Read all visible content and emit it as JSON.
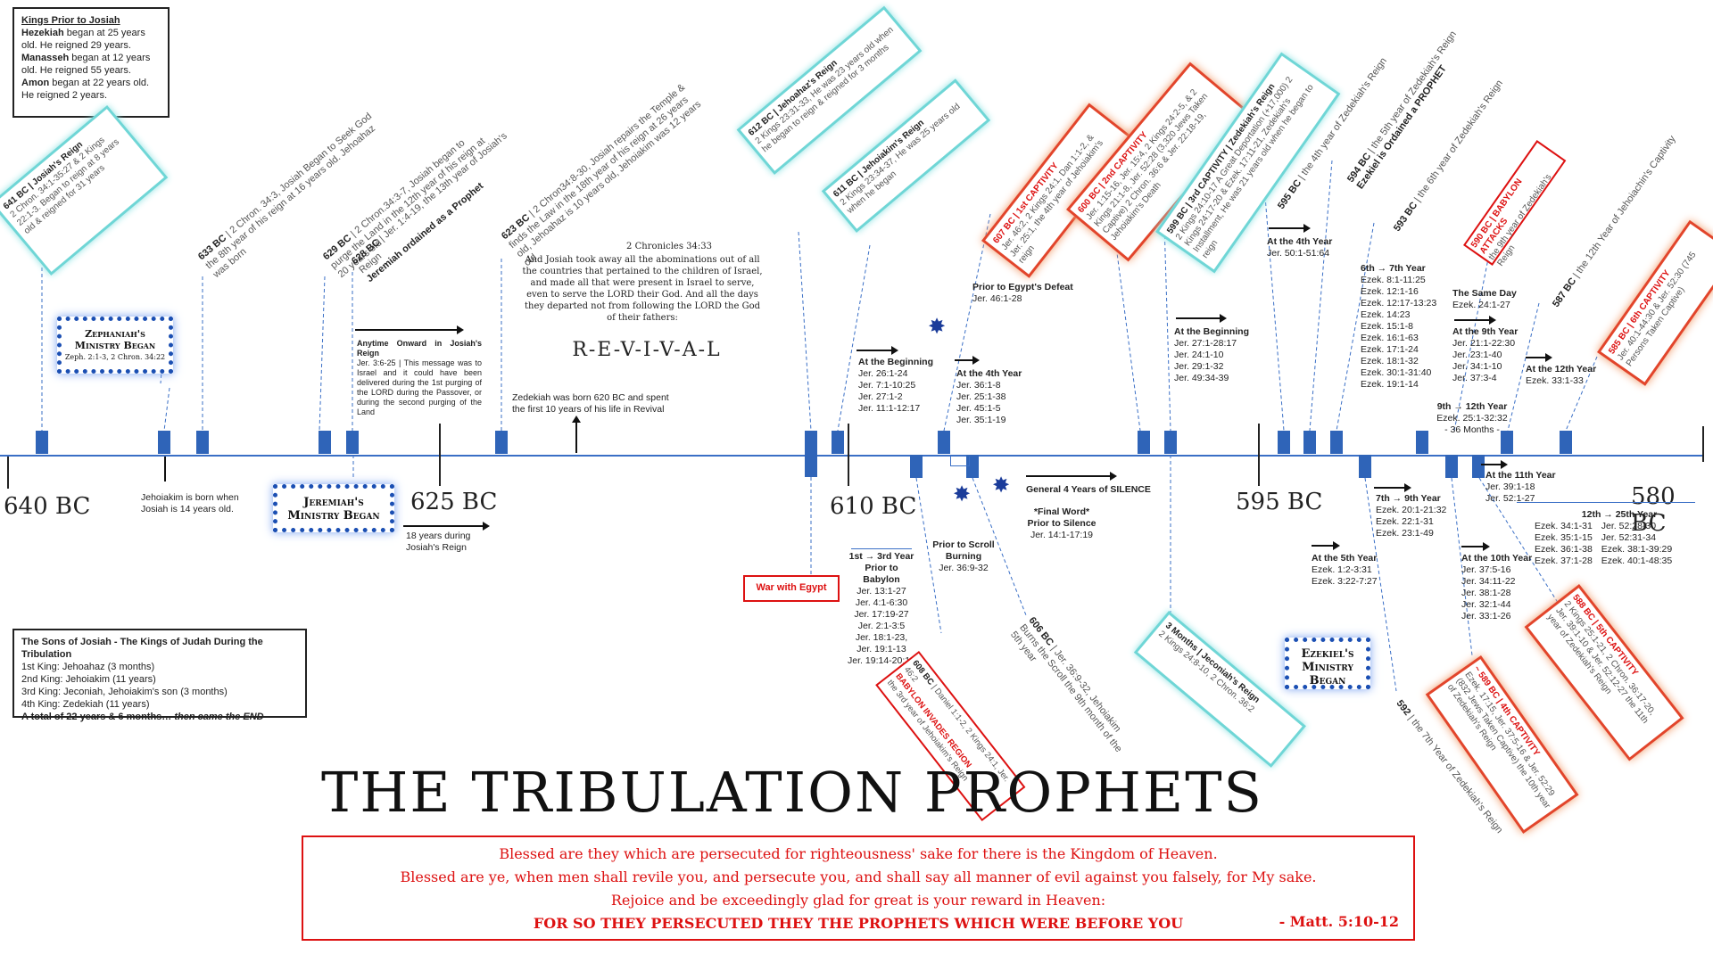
{
  "kings_prior": {
    "heading": "Kings Prior to Josiah",
    "lines": [
      {
        "name": "Hezekiah",
        "text": " began at 25 years old. He reigned 29 years."
      },
      {
        "name": "Manasseh",
        "text": " began at 12 years old. He reigned 55 years."
      },
      {
        "name": "Amon",
        "text": " began at 22 years old. He reigned 2 years."
      }
    ]
  },
  "sons": {
    "heading": "The Sons of Josiah - The Kings of Judah During the Tribulation",
    "lines": [
      "1st King: Jehoahaz (3 months)",
      "2nd King: Jehoiakim (11 years)",
      "3rd King: Jeconiah, Jehoiakim's son (3 months)",
      "4th King: Zedekiah (11 years)"
    ],
    "total": "A total of 22 years & 6 months… ",
    "total_em": "then came the END"
  },
  "years": [
    "640 BC",
    "625 BC",
    "610 BC",
    "595 BC",
    "580 BC"
  ],
  "ministries": {
    "zephaniah": "Zephaniah's Ministry Began",
    "zephaniah_ref": "Zeph. 2:1-3, 2 Chron. 34:22",
    "jeremiah": "Jeremiah's Ministry Began",
    "ezekiel": "Ezekiel's Ministry Began"
  },
  "josiah_reign": {
    "label": "641 BC | Josiah's Reign",
    "text": "2 Chron. 34:1-35:27 & 2 Kings 22:1-3. Began to reign at 8 years old & reigned for 31 years"
  },
  "rotated": {
    "r633": {
      "bold": "633 BC",
      "text": " | 2 Chron. 34:3, Josiah Began to Seek God the 8th year of his reign at 16 years old. Jehoahaz was born"
    },
    "r629": {
      "bold": "629 BC",
      "text": " | 2 Chron.34:3-7, Josiah began to purge the Land in the 12th year of his reign at 20 years old"
    },
    "r628": {
      "bold": "628 BC",
      "text": " | Jer. 1:4-19, the 13th year of Josiah's Reign",
      "blue": "Jeremiah ordained as a Prophet"
    },
    "r623": {
      "bold": "623 BC",
      "text": " | 2 Chron34:8-30, Josiah repairs the Temple & finds the Law in the 18th year of his reign at 26 years old, Jehoahaz is 10 years old, Jehoiakim was 12 years old"
    },
    "r612": {
      "bold": "612 BC | Jehoahaz's Reign",
      "text": "2 Kings 23:31-33, He was 23 years old when he began to reign & reigned for 3 months"
    },
    "r611": {
      "bold": "611 BC | Jehoiakim's Reign",
      "text": "2 Kings 23:34-37, He was 25 years old when he began"
    },
    "r607": {
      "bold": "607 BC | 1st CAPTIVITY",
      "text": "Jer. 46:2, 2 Kings 24:1, Dan 1:1-2, & Jer. 25:1, the 4th year of Jehoiakim's reign"
    },
    "r600": {
      "bold": "600 BC | 2nd CAPTIVITY",
      "text": "Jer. 1:15-16, Jer. 15:4, 2 Kings 24:2-5, & 2 Kings 21:1-8, Jer. 52:28 (3,320 Jews Taken Captive) 2 Chron. 36:6 & Jer. 22:18-19, Jehoiakim's Death"
    },
    "r599": {
      "bold": "599 BC | 3rd CAPTIVITY | Zedekiah's Reign",
      "text": "2 Kings 24:10-17 A Great Deportation (+17,000) 2 Kings 24:17-20 & Ezek. 17:11-21, Zedekiah's Installment, He was 21 years old when he began to reign"
    },
    "r595": {
      "bold": "595 BC",
      "text": " | the 4th year of Zedekiah's Reign"
    },
    "r594": {
      "bold": "594 BC",
      "text": " | the 5th year of Zedekiah's Reign",
      "blue": "Ezekiel is Ordained a PROPHET"
    },
    "r593": {
      "bold": "593 BC",
      "text": " | the 6th year of Zedekiah's Reign"
    },
    "r590": {
      "bold": "590 BC | BABYLON ATTACKS",
      "text": "the 9th year of Zedekiah's Reign"
    },
    "r587": {
      "bold": "587 BC",
      "text": " | the 12th Year of Jehoiachin's Captivity"
    },
    "r585": {
      "bold": "585 BC | 6th CAPTIVITY",
      "text": "Jer. 40:1-44:30 & Jer. 52:30 (745 Persons Taken Captive)"
    },
    "r608": {
      "bold": "608 BC",
      "text": " | Daniel 1:1-2, 2 Kings 24:1, Jer. 46:2",
      "red": "BABYLON INVADES REGION",
      "more": "the 3rd year of Jehoiakim's Reign"
    },
    "r606": {
      "bold": "606 BC",
      "text": " | Jer. 36:9-32, Jehoiakim Burns the Scroll the 9th month of the 5th year"
    },
    "r3m": {
      "bold": "3 Months | Jeconiah's Reign",
      "text": "2 Kings 24:8-10, 2 Chron. 36:2"
    },
    "r592": {
      "bold": "592",
      "text": " | the 7th Year of Zedekiah's Reign"
    },
    "r589": {
      "bold": "~ 589 BC | 4th CAPTIVITY",
      "text": "Ezek. 17:15, Jer. 37:5-16 & Jer. 52:29 (832 Jews Taken Captive) the 10th year of Zedekiah's Reign"
    },
    "r588": {
      "bold": "588 BC | 5th CAPTIVITY",
      "text": "2 Kings 25:1-21, 2 Chron. 36:17-20, Jer. 39:1-10 & Jer. 52:12-27 the 11th year of Zedekiah's Reign"
    }
  },
  "revival": {
    "ref": "2 Chronicles 34:33",
    "quote": "And Josiah took away all the abominations out of all the countries that pertained to the children of Israel, and made all that were present in Israel to serve, even to serve the LORD their God. And all the days they departed not from following the LORD the God of their fathers:",
    "word": "R-E-V-I-V-A-L"
  },
  "zedekiah_born": "Zedekiah was born 620 BC and spent the first 10 years of his life in Revival",
  "jehoiakim_born": "Jehoiakim is born when Josiah is 14 years old.",
  "anytime": {
    "head": "Anytime Onward in Josiah's Reign",
    "text": "Jer. 3:6-25 | This message was to Israel and it could have been delivered during the 1st purging of the LORD during the Passover, or during the second purging of the Land"
  },
  "eighteen": "18 years during Josiah's Reign",
  "war_egypt": "War with Egypt",
  "groups": {
    "beginning1": {
      "head": "At the Beginning",
      "refs": [
        "Jer. 26:1-24",
        "Jer. 7:1-10:25",
        "Jer. 27:1-2",
        "Jer. 11:1-12:17"
      ]
    },
    "fourth1": {
      "head": "At the 4th Year",
      "refs": [
        "Jer. 36:1-8",
        "Jer. 25:1-38",
        "Jer. 45:1-5",
        "Jer. 35:1-19"
      ]
    },
    "egypt": {
      "head": "Prior to Egypt's Defeat",
      "refs": [
        "Jer. 46:1-28"
      ]
    },
    "first3": {
      "head": "1st → 3rd Year Prior to Babylon",
      "refs": [
        "Jer. 13:1-27",
        "Jer. 4:1-6:30",
        "Jer. 17:19-27",
        "Jer. 2:1-3:5",
        "Jer. 18:1-23,",
        "Jer. 19:1-13",
        "Jer. 19:14-20:18"
      ]
    },
    "scroll": {
      "head": "Prior to Scroll Burning",
      "refs": [
        "Jer. 36:9-32"
      ]
    },
    "silence": {
      "head": "General 4 Years of SILENCE",
      "refs": []
    },
    "finalword": {
      "head": "*Final Word* Prior to Silence",
      "refs": [
        "Jer. 14:1-17:19"
      ]
    },
    "beginning2": {
      "head": "At the Beginning",
      "refs": [
        "Jer. 27:1-28:17",
        "Jer. 24:1-10",
        "Jer. 29:1-32",
        "Jer. 49:34-39"
      ]
    },
    "fourth2": {
      "head": "At the 4th Year",
      "refs": [
        "Jer. 50:1-51:64"
      ]
    },
    "six7": {
      "head": "6th → 7th Year",
      "refs": [
        "Ezek. 8:1-11:25",
        "Ezek. 12:1-16",
        "Ezek. 12:17-13:23",
        "Ezek. 14:23",
        "Ezek. 15:1-8",
        "Ezek. 16:1-63",
        "Ezek. 17:1-24",
        "Ezek. 18:1-32",
        "Ezek. 30:1-31:40",
        "Ezek. 19:1-14"
      ]
    },
    "sameday": {
      "head": "The Same Day",
      "refs": [
        "Ezek. 24:1-27"
      ]
    },
    "ninth": {
      "head": "At the 9th Year",
      "refs": [
        "Jer. 21:1-22:30",
        "Jer. 23:1-40",
        "Jer. 34:1-10",
        "Jer. 37:3-4"
      ]
    },
    "twelfth": {
      "head": "At the 12th Year",
      "refs": [
        "Ezek. 33:1-33"
      ]
    },
    "nine12": {
      "head": "9th → 12th Year",
      "refs": [
        "Ezek. 25:1-32:32",
        "- 36 Months -"
      ]
    },
    "eleventh": {
      "head": "At the 11th Year",
      "refs": [
        "Jer. 39:1-18",
        "Jer. 52:1-27"
      ]
    },
    "fifth": {
      "head": "At the 5th Year",
      "refs": [
        "Ezek. 1:2-3:31",
        "Ezek. 3:22-7:27"
      ]
    },
    "seven9": {
      "head": "7th → 9th Year",
      "refs": [
        "Ezek. 20:1-21:32",
        "Ezek. 22:1-31",
        "Ezek. 23:1-49"
      ]
    },
    "tenth": {
      "head": "At the 10th Year",
      "refs": [
        "Jer. 37:5-16",
        "Jer. 34:11-22",
        "Jer. 38:1-28",
        "Jer. 32:1-44",
        "Jer. 33:1-26"
      ]
    },
    "twelve25": {
      "head": "12th → 25th Year",
      "refs": [
        "Ezek. 34:1-31",
        "Ezek. 35:1-15",
        "Ezek. 36:1-38",
        "Ezek. 37:1-28",
        "Jer. 52:28-30",
        "Jer. 52:31-34",
        "Ezek. 38:1-39:29",
        "Ezek. 40:1-48:35"
      ]
    }
  },
  "title": "THE TRIBULATION PROPHETS",
  "verse": {
    "lines": [
      "Blessed are they which are persecuted for righteousness' sake for there is the Kingdom of Heaven.",
      "Blessed are ye, when men shall revile you, and persecute you, and shall say all manner of evil against you falsely, for My sake.",
      "Rejoice and be exceedingly glad for great is your reward in Heaven:",
      "FOR SO THEY PERSECUTED THEY THE PROPHETS WHICH WERE BEFORE YOU"
    ],
    "ref": "- Matt. 5:10-12"
  },
  "colors": {
    "timeline": "#3a6fc6",
    "tick": "#2f64b8",
    "cyan": "#6fd6d6",
    "red": "#e2452b",
    "verse": "#d11111"
  }
}
